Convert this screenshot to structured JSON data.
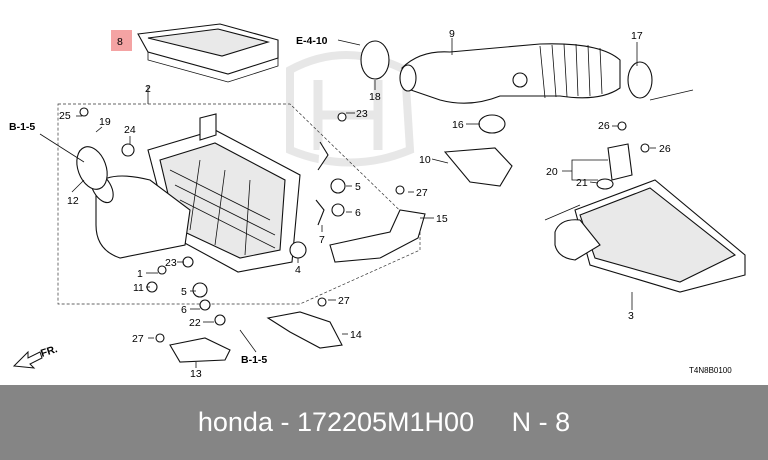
{
  "diagram": {
    "callouts": [
      "8",
      "2",
      "9",
      "17",
      "18",
      "23",
      "16",
      "10",
      "26",
      "26",
      "20",
      "21",
      "25",
      "19",
      "24",
      "12",
      "5",
      "6",
      "7",
      "27",
      "15",
      "4",
      "1",
      "11",
      "23",
      "5",
      "6",
      "22",
      "27",
      "14",
      "13",
      "3"
    ],
    "section_refs": [
      "E-4-10",
      "B-1-5",
      "B-1-5"
    ],
    "highlight_color": "#f4a3a3",
    "front_indicator": "FR.",
    "drawing_code": "T4N8B0100"
  },
  "footer": {
    "caption": "honda - 172205M1H00     N - 8"
  }
}
